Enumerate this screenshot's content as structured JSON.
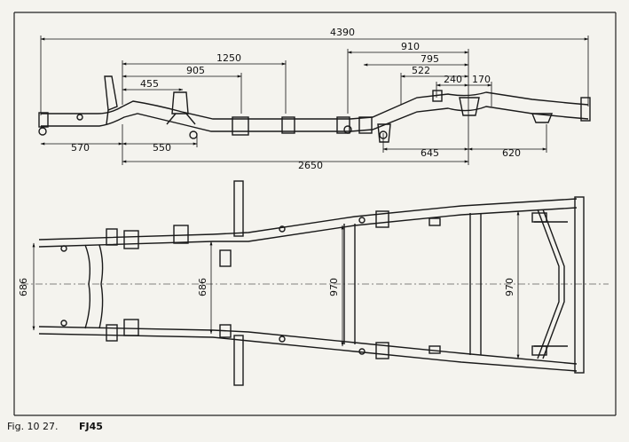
{
  "top_view": {
    "dims": {
      "overall": "4390",
      "d1250": "1250",
      "d905": "905",
      "d455": "455",
      "d910": "910",
      "d795": "795",
      "d522": "522",
      "d240": "240",
      "d170": "170",
      "d570": "570",
      "d550": "550",
      "d2650": "2650",
      "d645": "645",
      "d620": "620"
    }
  },
  "plan_view": {
    "dims": {
      "front_width": "686",
      "front_width_inner": "686",
      "mid_width": "970",
      "rear_width": "970"
    }
  },
  "caption": {
    "fig": "Fig. 10 27.",
    "model": "FJ45"
  }
}
